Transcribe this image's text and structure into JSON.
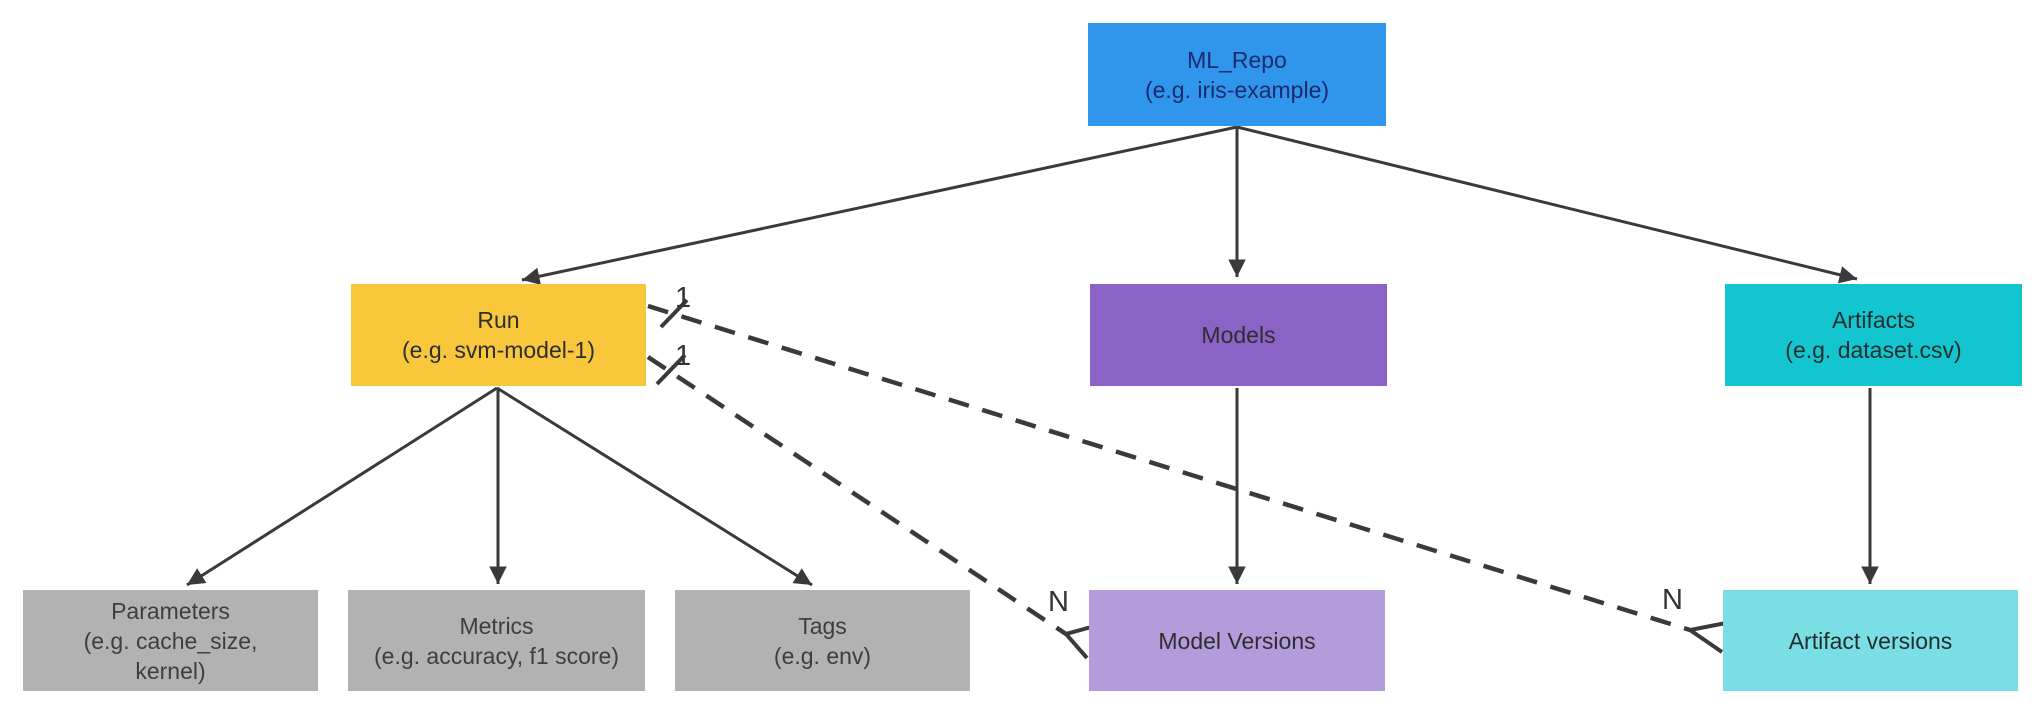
{
  "background": "#FFFFFF",
  "edge_color": "#3A3A3A",
  "nodes": {
    "ml_repo": {
      "lines": [
        "ML_Repo",
        "(e.g. iris-example)"
      ],
      "fill": "#2F96EB",
      "text": "#1B2A70"
    },
    "run": {
      "lines": [
        "Run",
        "(e.g. svm-model-1)"
      ],
      "fill": "#F9C73C",
      "text": "#2E2E2E"
    },
    "models": {
      "lines": [
        "Models"
      ],
      "fill": "#8B62C6",
      "text": "#2E2E2E"
    },
    "artifacts": {
      "lines": [
        "Artifacts",
        "(e.g. dataset.csv)"
      ],
      "fill": "#12C5CE",
      "text": "#1F2D2D"
    },
    "parameters": {
      "lines": [
        "Parameters",
        "(e.g. cache_size,",
        "kernel)"
      ],
      "fill": "#B2B2B2",
      "text": "#3E3E3E"
    },
    "metrics": {
      "lines": [
        "Metrics",
        "(e.g. accuracy, f1 score)"
      ],
      "fill": "#B2B2B2",
      "text": "#3E3E3E"
    },
    "tags": {
      "lines": [
        "Tags",
        "(e.g. env)"
      ],
      "fill": "#B2B2B2",
      "text": "#3E3E3E"
    },
    "model_versions": {
      "lines": [
        "Model Versions"
      ],
      "fill": "#B39CDB",
      "text": "#2E2E2E"
    },
    "artifact_versions": {
      "lines": [
        "Artifact versions"
      ],
      "fill": "#7ADFE5",
      "text": "#1F2D2D"
    }
  },
  "edges": {
    "run_to_artifact_versions": {
      "from_label": "1",
      "to_label": "N"
    },
    "run_to_model_versions": {
      "from_label": "1",
      "to_label": "N"
    }
  }
}
